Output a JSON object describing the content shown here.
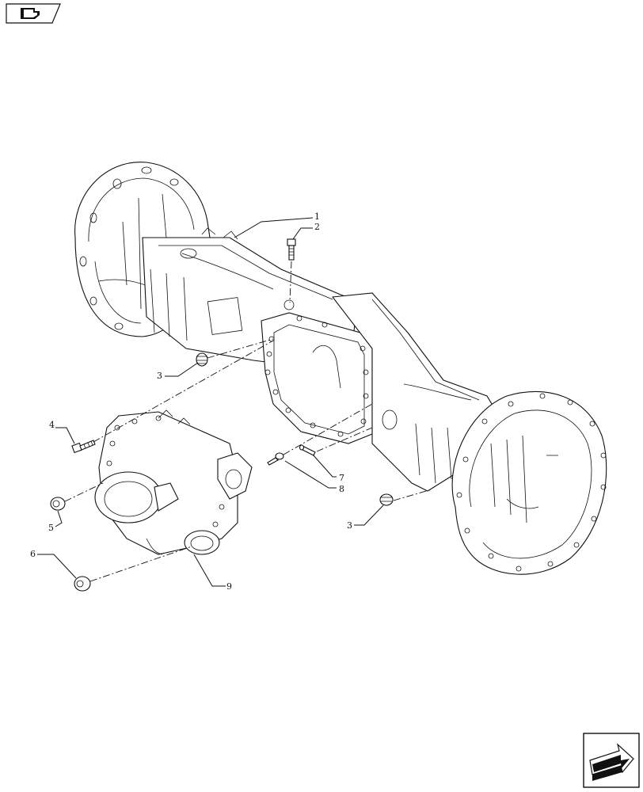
{
  "nav": {
    "top_icon": "book-arrow-icon",
    "bottom_icon": "next-page-arrow-icon"
  },
  "callouts": {
    "c1": "1",
    "c2": "2",
    "c3a": "3",
    "c3b": "3",
    "c4": "4",
    "c5": "5",
    "c6": "6",
    "c7": "7",
    "c8": "8",
    "c9": "9"
  }
}
